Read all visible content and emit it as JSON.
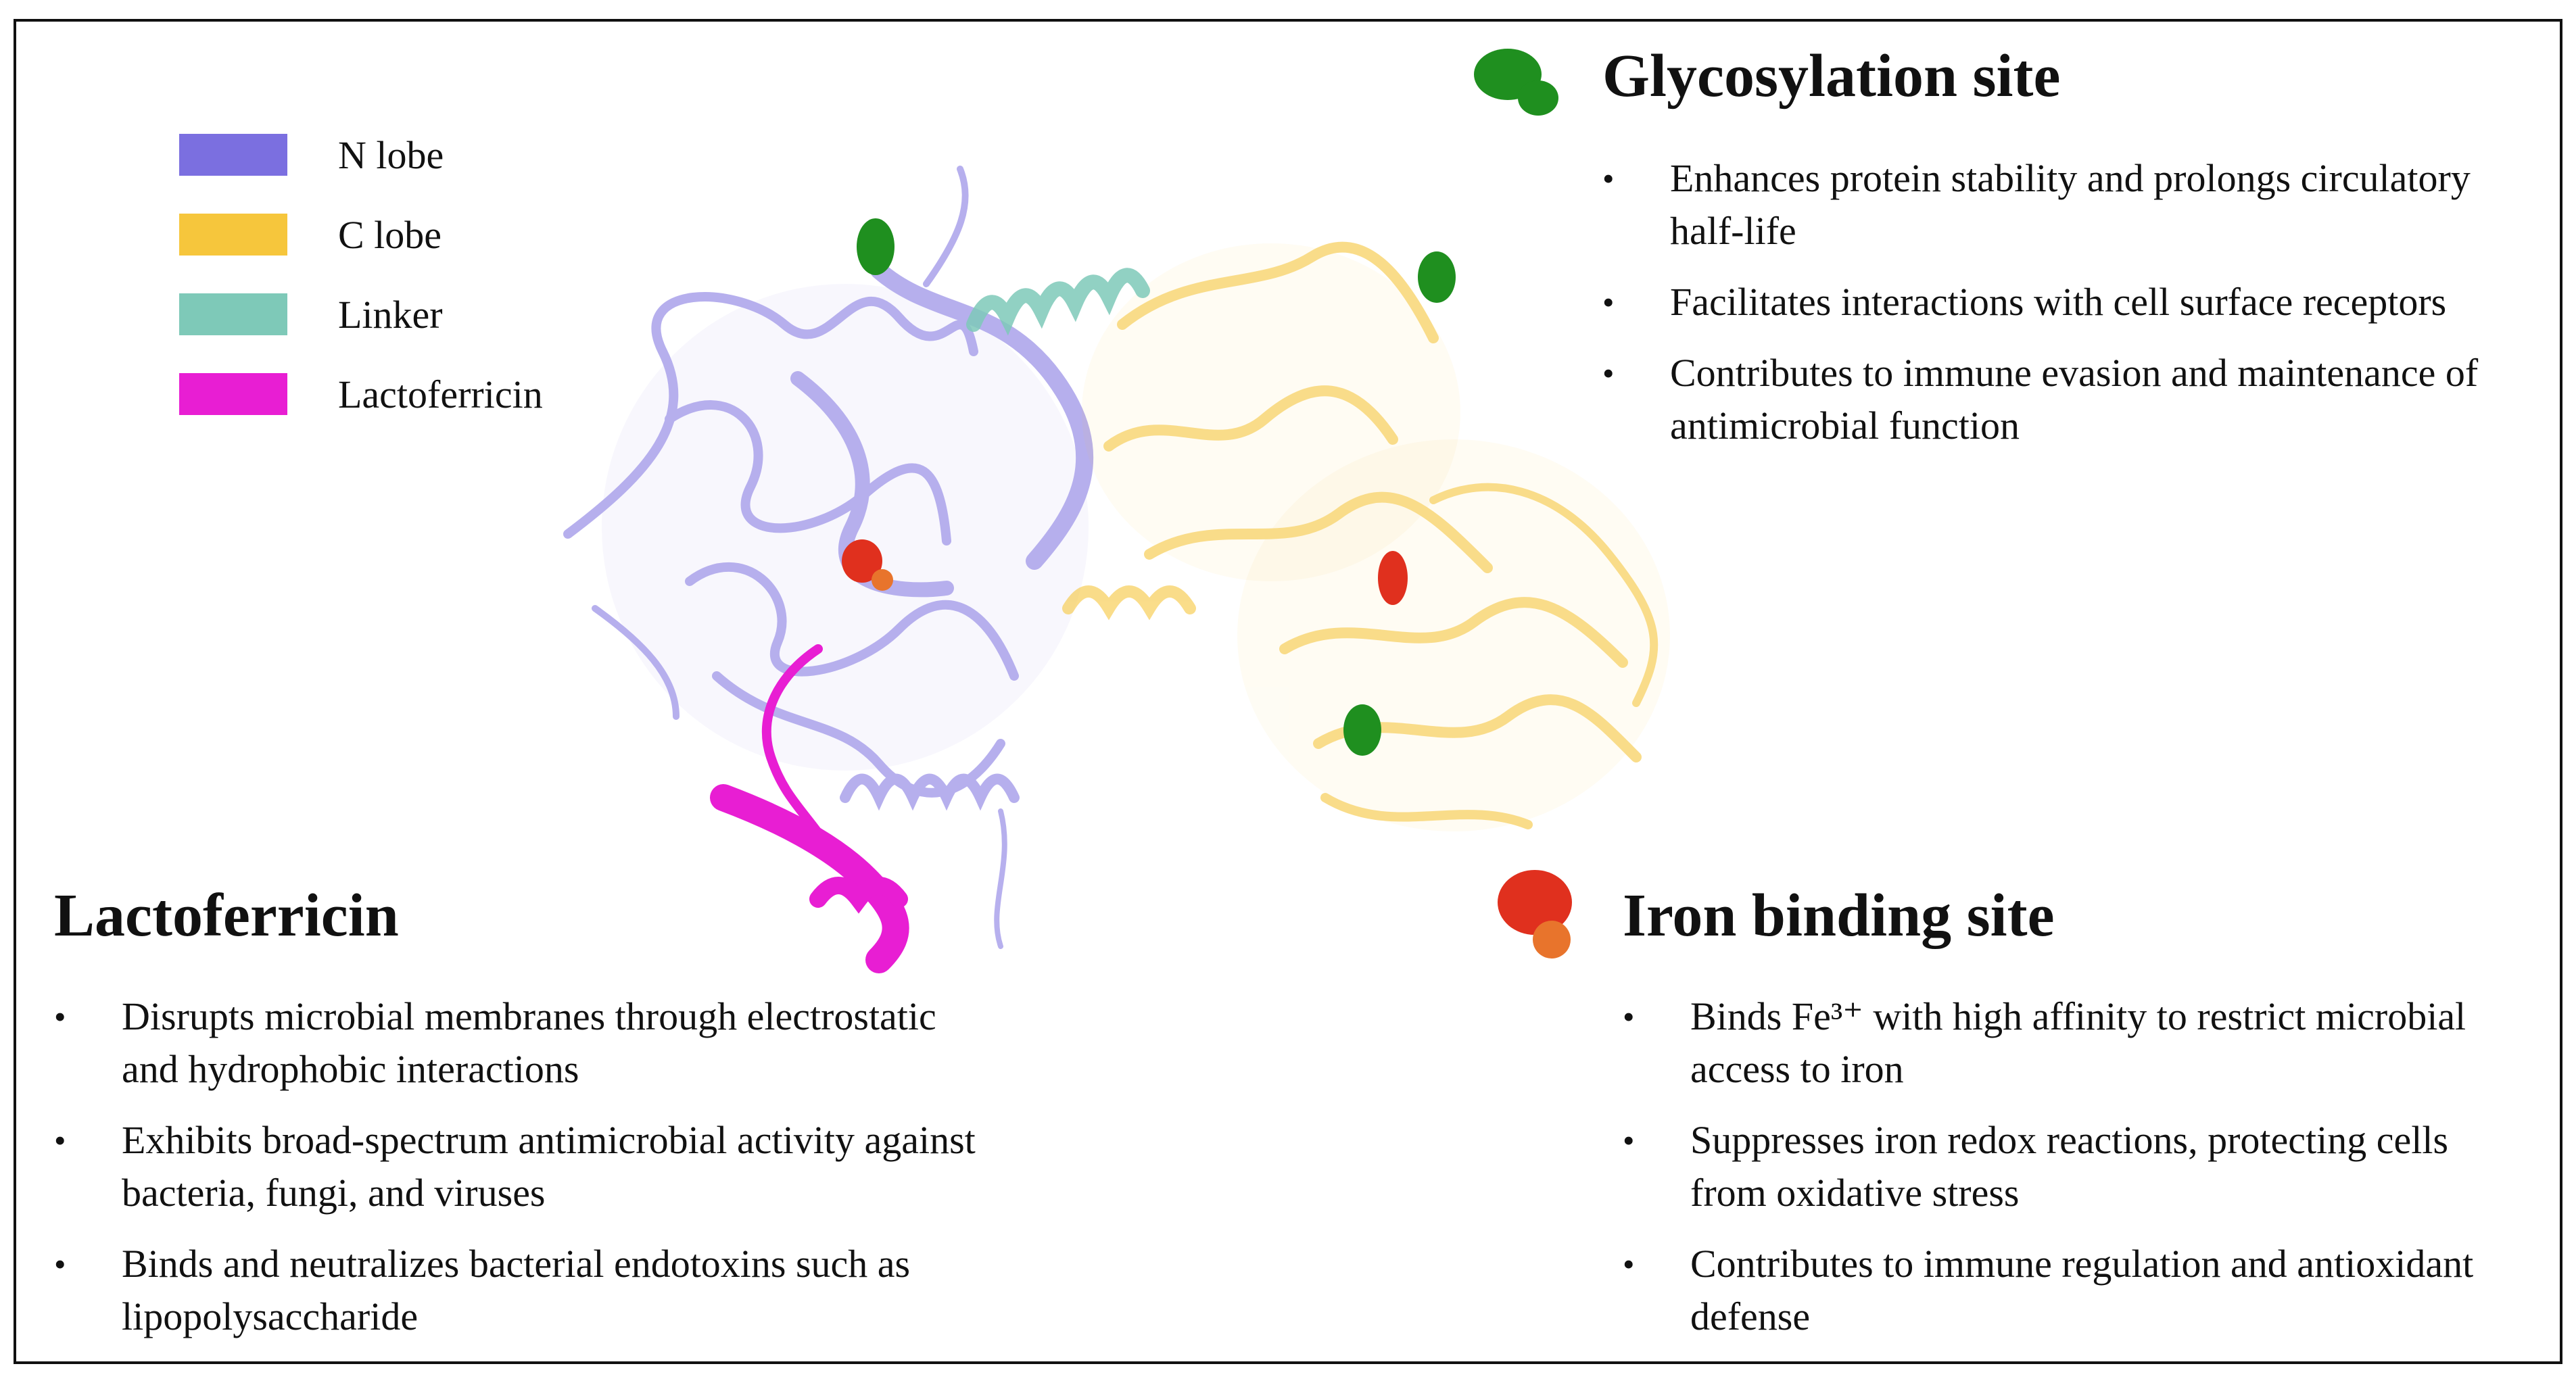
{
  "legend": [
    {
      "label": "N lobe",
      "color": "#7b6fe0"
    },
    {
      "label": "C lobe",
      "color": "#f6c63c"
    },
    {
      "label": "Linker",
      "color": "#7ec9b8"
    },
    {
      "label": "Lactoferricin",
      "color": "#e81ed3"
    }
  ],
  "glycosylation": {
    "title": "Glycosylation site",
    "color": "#1f8f1f",
    "bullets": [
      "Enhances protein stability and prolongs circulatory half-life",
      "Facilitates interactions with cell surface receptors",
      "Contributes to immune evasion and maintenance of antimicrobial function"
    ]
  },
  "lactoferricin": {
    "title": "Lactoferricin",
    "bullets": [
      "Disrupts microbial membranes through electrostatic and hydrophobic interactions",
      "Exhibits broad-spectrum antimicrobial activity against bacteria, fungi, and viruses",
      "Binds and neutralizes bacterial endotoxins such as lipopolysaccharide"
    ]
  },
  "iron": {
    "title": "Iron binding site",
    "color": "#e0301e",
    "bullets": [
      "Binds Fe³⁺ with high affinity to restrict microbial access to iron",
      "Suppresses iron redox reactions, protecting cells from oxidative stress",
      "Contributes to immune regulation and antioxidant defense"
    ]
  },
  "bullet_char": "•"
}
